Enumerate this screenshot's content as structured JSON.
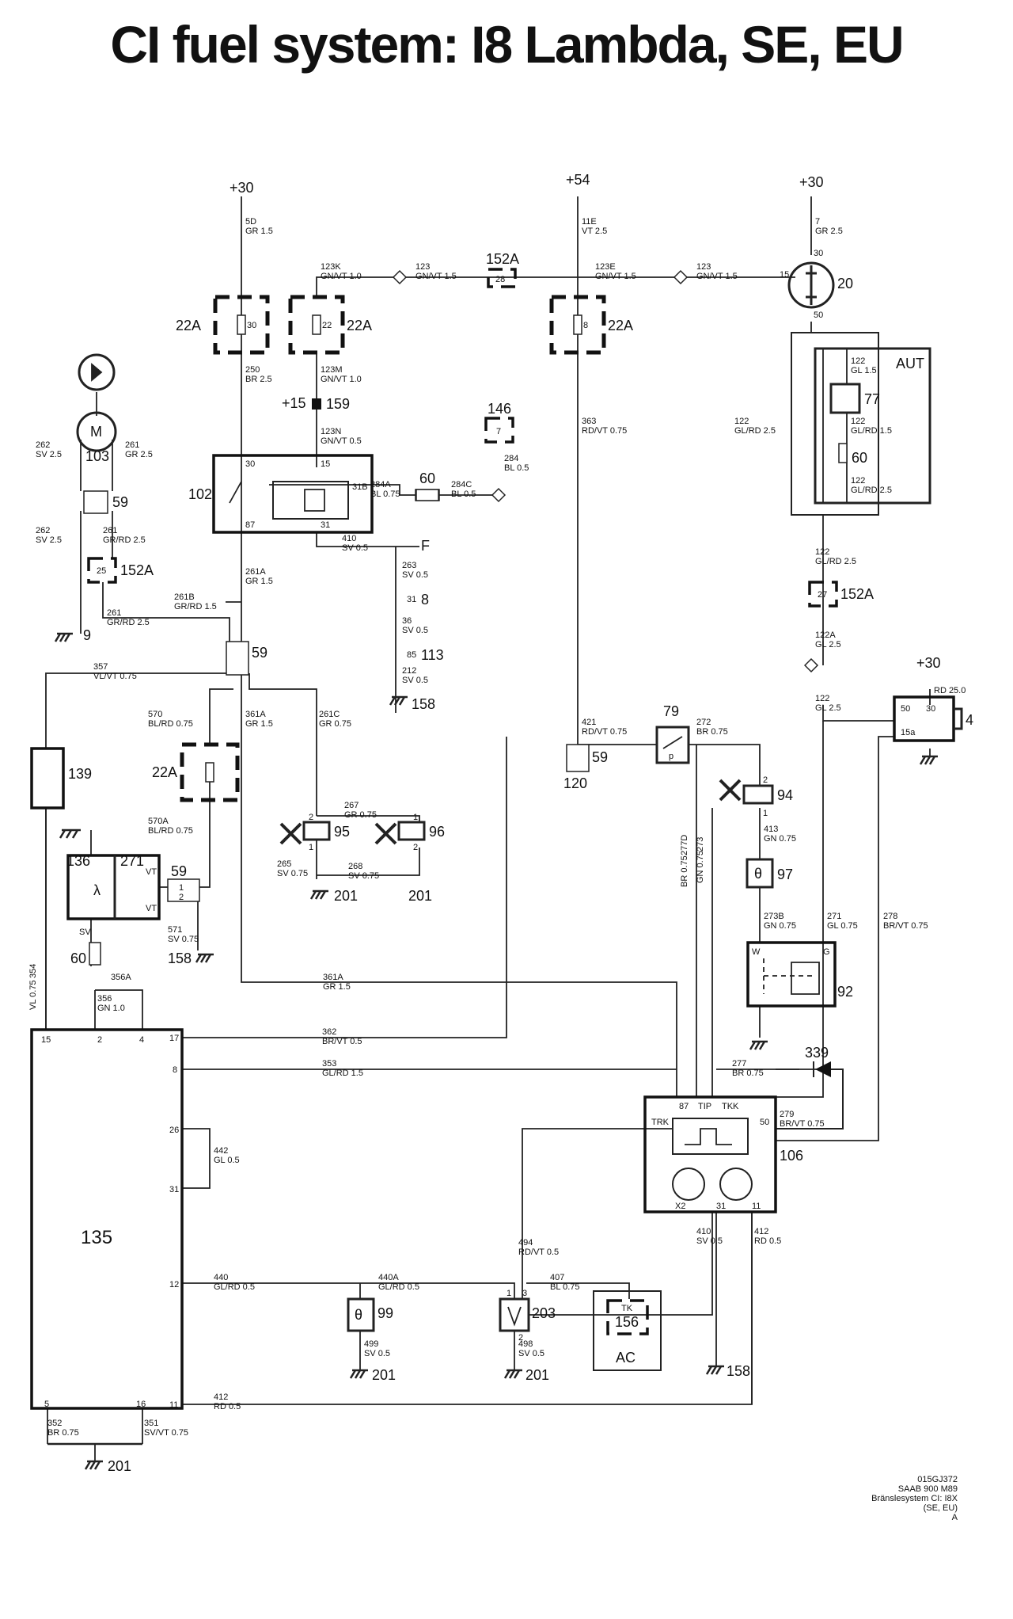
{
  "title": "CI fuel system: I8 Lambda, SE, EU",
  "footer": {
    "line1": "015GJ372",
    "line2": "SAAB 900 M89",
    "line3": "Bränslesystem CI: I8X",
    "line4": "(SE, EU)",
    "line5": "A"
  },
  "supplies": [
    {
      "id": "s1",
      "label": "+30"
    },
    {
      "id": "s2",
      "label": "+54"
    },
    {
      "id": "s3",
      "label": "+30"
    },
    {
      "id": "s4",
      "label": "+30"
    },
    {
      "id": "s5",
      "label": "+15"
    }
  ],
  "components": [
    {
      "id": "c22a_1",
      "ref": "22A",
      "pin": "30"
    },
    {
      "id": "c22a_2",
      "ref": "22A",
      "pin": "22"
    },
    {
      "id": "c22a_3",
      "ref": "22A",
      "pin": "8"
    },
    {
      "id": "c22a_4",
      "ref": "22A"
    },
    {
      "id": "c20",
      "ref": "20",
      "pin_a": "15",
      "pin_b": "30",
      "pin_c": "50"
    },
    {
      "id": "c152a_1",
      "ref": "152A",
      "pin": "28"
    },
    {
      "id": "c152a_2",
      "ref": "152A",
      "pin": "25"
    },
    {
      "id": "c152a_3",
      "ref": "152A",
      "pin": "27"
    },
    {
      "id": "c103",
      "ref": "103",
      "symbol": "M"
    },
    {
      "id": "c59_1",
      "ref": "59"
    },
    {
      "id": "c59_2",
      "ref": "59"
    },
    {
      "id": "c59_3",
      "ref": "59"
    },
    {
      "id": "c59_4",
      "ref": "59",
      "pin_a": "1",
      "pin_b": "2"
    },
    {
      "id": "c102",
      "ref": "102",
      "pin_30": "30",
      "pin_15": "15",
      "pin_31b": "31B",
      "pin_87": "87",
      "pin_31": "31"
    },
    {
      "id": "c159",
      "ref": "159"
    },
    {
      "id": "c146",
      "ref": "146",
      "pin": "7"
    },
    {
      "id": "c60_1",
      "ref": "60"
    },
    {
      "id": "c60_2",
      "ref": "60"
    },
    {
      "id": "c60_3",
      "ref": "60"
    },
    {
      "id": "c77",
      "ref": "77"
    },
    {
      "id": "caut",
      "ref": "AUT"
    },
    {
      "id": "c9",
      "ref": "9"
    },
    {
      "id": "c8",
      "ref": "8",
      "pin": "31"
    },
    {
      "id": "c113",
      "ref": "113",
      "pin": "85"
    },
    {
      "id": "c158_1",
      "ref": "158"
    },
    {
      "id": "c158_2",
      "ref": "158"
    },
    {
      "id": "c158_3",
      "ref": "158"
    },
    {
      "id": "cF",
      "ref": "F"
    },
    {
      "id": "c139",
      "ref": "139"
    },
    {
      "id": "c95",
      "ref": "95",
      "pin_a": "2",
      "pin_b": "1"
    },
    {
      "id": "c96",
      "ref": "96",
      "pin_a": "1",
      "pin_b": "2"
    },
    {
      "id": "c136",
      "ref": "136",
      "sym": "λ"
    },
    {
      "id": "c271",
      "ref": "271",
      "vt1": "VT",
      "vt2": "VT"
    },
    {
      "id": "c120",
      "ref": "120"
    },
    {
      "id": "c79",
      "ref": "79",
      "sym": "p"
    },
    {
      "id": "c94",
      "ref": "94",
      "pin_a": "2",
      "pin_b": "1"
    },
    {
      "id": "c97",
      "ref": "97",
      "sym": "θ"
    },
    {
      "id": "c92",
      "ref": "92",
      "pin_w": "W",
      "pin_g": "G"
    },
    {
      "id": "c4",
      "ref": "4",
      "pin_30": "30",
      "pin_50": "50",
      "pin_15a": "15a"
    },
    {
      "id": "c339",
      "ref": "339"
    },
    {
      "id": "c106",
      "ref": "106",
      "p87": "87",
      "ptip": "TIP",
      "ptkk": "TKK",
      "ptrk": "TRK",
      "p50": "50",
      "px2": "X2",
      "p31": "31",
      "p11": "11"
    },
    {
      "id": "c135",
      "ref": "135",
      "p15": "15",
      "p2": "2",
      "p4": "4",
      "p17": "17",
      "p8": "8",
      "p26": "26",
      "p31": "31",
      "p12": "12",
      "p11": "11",
      "p5": "5",
      "p16": "16"
    },
    {
      "id": "c99",
      "ref": "99",
      "sym": "θ"
    },
    {
      "id": "c203",
      "ref": "203",
      "pin_a": "1",
      "pin_b": "3",
      "pin_c": "2"
    },
    {
      "id": "c156",
      "ref": "156",
      "pin": "TK",
      "box": "AC"
    },
    {
      "id": "c201_1",
      "ref": "201"
    },
    {
      "id": "c201_2",
      "ref": "201"
    },
    {
      "id": "c201_3",
      "ref": "201"
    },
    {
      "id": "c201_4",
      "ref": "201"
    },
    {
      "id": "c201_5",
      "ref": "201"
    },
    {
      "id": "csv",
      "ref": "SV"
    }
  ],
  "wires": [
    {
      "id": "w1",
      "num": "5D",
      "spec": "GR 1.5"
    },
    {
      "id": "w2",
      "num": "11E",
      "spec": "VT 2.5"
    },
    {
      "id": "w3",
      "num": "7",
      "spec": "GR 2.5"
    },
    {
      "id": "w4",
      "num": "123K",
      "spec": "GN/VT 1.0"
    },
    {
      "id": "w5",
      "num": "123",
      "spec": "GN/VT 1.5"
    },
    {
      "id": "w6",
      "num": "123E",
      "spec": "GN/VT 1.5"
    },
    {
      "id": "w7",
      "num": "123",
      "spec": "GN/VT 1.5"
    },
    {
      "id": "w8",
      "num": "250",
      "spec": "BR 2.5"
    },
    {
      "id": "w9",
      "num": "123M",
      "spec": "GN/VT 1.0"
    },
    {
      "id": "w10",
      "num": "123N",
      "spec": "GN/VT 0.5"
    },
    {
      "id": "w11",
      "num": "363",
      "spec": "RD/VT 0.75"
    },
    {
      "id": "w12",
      "num": "262",
      "spec": "SV 2.5"
    },
    {
      "id": "w13",
      "num": "261",
      "spec": "GR 2.5"
    },
    {
      "id": "w14",
      "num": "262",
      "spec": "SV 2.5"
    },
    {
      "id": "w15",
      "num": "261",
      "spec": "GR/RD 2.5"
    },
    {
      "id": "w16",
      "num": "284A",
      "spec": "BL 0.75"
    },
    {
      "id": "w17",
      "num": "284C",
      "spec": "BL 0.5"
    },
    {
      "id": "w18",
      "num": "284",
      "spec": "BL 0.5"
    },
    {
      "id": "w19",
      "num": "410",
      "spec": "SV 0.5"
    },
    {
      "id": "w20",
      "num": "263",
      "spec": "SV 0.5"
    },
    {
      "id": "w21",
      "num": "36",
      "spec": "SV 0.5"
    },
    {
      "id": "w22",
      "num": "212",
      "spec": "SV 0.5"
    },
    {
      "id": "w23",
      "num": "261B",
      "spec": "GR/RD 1.5"
    },
    {
      "id": "w24",
      "num": "261",
      "spec": "GR/RD 2.5"
    },
    {
      "id": "w25",
      "num": "261A",
      "spec": "GR 1.5"
    },
    {
      "id": "w26",
      "num": "357",
      "spec": "VL/VT 0.75"
    },
    {
      "id": "w27",
      "num": "570",
      "spec": "BL/RD 0.75"
    },
    {
      "id": "w28",
      "num": "361A",
      "spec": "GR 1.5"
    },
    {
      "id": "w29",
      "num": "261C",
      "spec": "GR 0.75"
    },
    {
      "id": "w30",
      "num": "570A",
      "spec": "BL/RD 0.75"
    },
    {
      "id": "w31",
      "num": "267",
      "spec": "GR 0.75"
    },
    {
      "id": "w32",
      "num": "265",
      "spec": "SV 0.75"
    },
    {
      "id": "w33",
      "num": "268",
      "spec": "SV 0.75"
    },
    {
      "id": "w34",
      "num": "571",
      "spec": "SV 0.75"
    },
    {
      "id": "w35",
      "num": "354",
      "spec": "VL 0.75"
    },
    {
      "id": "w36",
      "num": "356A",
      "spec": ""
    },
    {
      "id": "w37",
      "num": "356",
      "spec": "GN 1.0"
    },
    {
      "id": "w38",
      "num": "361A",
      "spec": "GR 1.5"
    },
    {
      "id": "w39",
      "num": "362",
      "spec": "BR/VT 0.5"
    },
    {
      "id": "w40",
      "num": "353",
      "spec": "GL/RD 1.5"
    },
    {
      "id": "w41",
      "num": "442",
      "spec": "GL 0.5"
    },
    {
      "id": "w42",
      "num": "440",
      "spec": "GL/RD 0.5"
    },
    {
      "id": "w43",
      "num": "440A",
      "spec": "GL/RD 0.5"
    },
    {
      "id": "w44",
      "num": "407",
      "spec": "BL 0.75"
    },
    {
      "id": "w45",
      "num": "499",
      "spec": "SV 0.5"
    },
    {
      "id": "w46",
      "num": "498",
      "spec": "SV 0.5"
    },
    {
      "id": "w47",
      "num": "412",
      "spec": "RD 0.5"
    },
    {
      "id": "w48",
      "num": "352",
      "spec": "BR 0.75"
    },
    {
      "id": "w49",
      "num": "351",
      "spec": "SV/VT 0.75"
    },
    {
      "id": "w50",
      "num": "421",
      "spec": "RD/VT 0.75"
    },
    {
      "id": "w51",
      "num": "272",
      "spec": "BR 0.75"
    },
    {
      "id": "w52",
      "num": "277D",
      "spec": "BR 0.75"
    },
    {
      "id": "w53",
      "num": "273",
      "spec": "GN 0.75"
    },
    {
      "id": "w54",
      "num": "413",
      "spec": "GN 0.75"
    },
    {
      "id": "w55",
      "num": "273B",
      "spec": "GN 0.75"
    },
    {
      "id": "w56",
      "num": "271",
      "spec": "GL 0.75"
    },
    {
      "id": "w57",
      "num": "278",
      "spec": "BR/VT 0.75"
    },
    {
      "id": "w58",
      "num": "277",
      "spec": "BR 0.75"
    },
    {
      "id": "w59",
      "num": "279",
      "spec": "BR/VT 0.75"
    },
    {
      "id": "w60",
      "num": "494",
      "spec": "RD/VT 0.5"
    },
    {
      "id": "w61",
      "num": "410",
      "spec": "SV 0.5"
    },
    {
      "id": "w62",
      "num": "412",
      "spec": "RD 0.5"
    },
    {
      "id": "w63",
      "num": "122",
      "spec": "GL 1.5"
    },
    {
      "id": "w64",
      "num": "122",
      "spec": "GL/RD 2.5"
    },
    {
      "id": "w65",
      "num": "122",
      "spec": "GL/RD 1.5"
    },
    {
      "id": "w66",
      "num": "122",
      "spec": "GL/RD 2.5"
    },
    {
      "id": "w67",
      "num": "122",
      "spec": "GL/RD 2.5"
    },
    {
      "id": "w68",
      "num": "122A",
      "spec": "GL 2.5"
    },
    {
      "id": "w69",
      "num": "122",
      "spec": "GL 2.5"
    },
    {
      "id": "w70",
      "num": "",
      "spec": "RD 25.0"
    }
  ]
}
